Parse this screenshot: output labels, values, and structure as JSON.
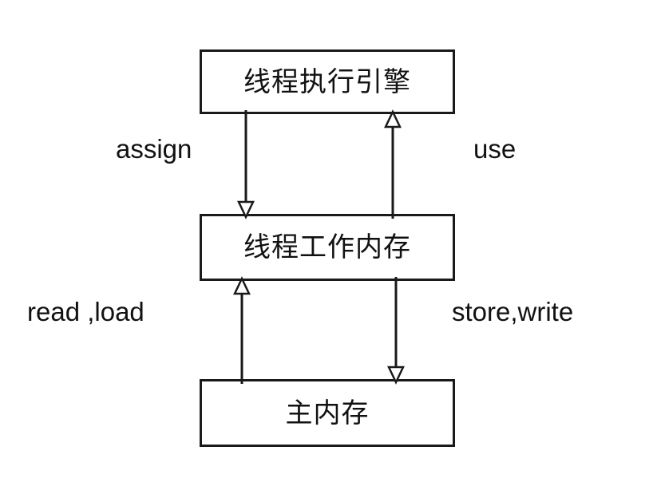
{
  "diagram": {
    "title": "Java Memory Model interaction diagram",
    "background_color": "#ffffff",
    "stroke_color": "#1a1a1a",
    "fill_color": "#ffffff",
    "nodes": [
      {
        "id": "engine",
        "label": "线程执行引擎"
      },
      {
        "id": "working",
        "label": "线程工作内存"
      },
      {
        "id": "main",
        "label": "主内存"
      }
    ],
    "edges": [
      {
        "id": "assign",
        "label": "assign",
        "from": "engine",
        "to": "working",
        "direction": "down"
      },
      {
        "id": "use",
        "label": "use",
        "from": "working",
        "to": "engine",
        "direction": "up"
      },
      {
        "id": "read-load",
        "label": "read ,load",
        "from": "main",
        "to": "working",
        "direction": "up"
      },
      {
        "id": "store-write",
        "label": "store,write",
        "from": "working",
        "to": "main",
        "direction": "down"
      }
    ]
  }
}
